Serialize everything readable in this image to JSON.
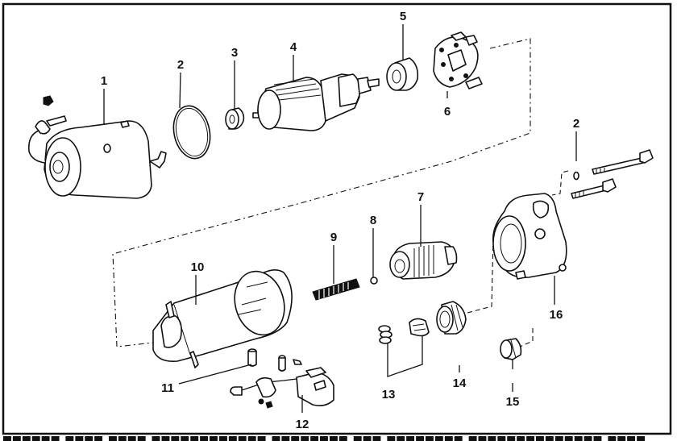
{
  "figure": {
    "title": "Starter motor exploded view",
    "callouts": [
      {
        "id": "callout-1",
        "text": "1"
      },
      {
        "id": "callout-2a",
        "text": "2"
      },
      {
        "id": "callout-3",
        "text": "3"
      },
      {
        "id": "callout-4",
        "text": "4"
      },
      {
        "id": "callout-5",
        "text": "5"
      },
      {
        "id": "callout-6",
        "text": "6"
      },
      {
        "id": "callout-2b",
        "text": "2"
      },
      {
        "id": "callout-7",
        "text": "7"
      },
      {
        "id": "callout-8",
        "text": "8"
      },
      {
        "id": "callout-9",
        "text": "9"
      },
      {
        "id": "callout-10",
        "text": "10"
      },
      {
        "id": "callout-11",
        "text": "11"
      },
      {
        "id": "callout-12",
        "text": "12"
      },
      {
        "id": "callout-13",
        "text": "13"
      },
      {
        "id": "callout-14",
        "text": "14"
      },
      {
        "id": "callout-15",
        "text": "15"
      },
      {
        "id": "callout-16",
        "text": "16"
      }
    ],
    "parts": [
      {
        "number": "1",
        "name": "field-frame-housing"
      },
      {
        "number": "2",
        "name": "o-ring"
      },
      {
        "number": "3",
        "name": "bearing"
      },
      {
        "number": "4",
        "name": "armature"
      },
      {
        "number": "5",
        "name": "bearing"
      },
      {
        "number": "6",
        "name": "brush-holder"
      },
      {
        "number": "7",
        "name": "starter-clutch"
      },
      {
        "number": "8",
        "name": "steel-ball"
      },
      {
        "number": "9",
        "name": "return-spring"
      },
      {
        "number": "10",
        "name": "solenoid-housing"
      },
      {
        "number": "11",
        "name": "plunger-pin"
      },
      {
        "number": "12",
        "name": "lead-wire-harness"
      },
      {
        "number": "13",
        "name": "roller-retainer"
      },
      {
        "number": "14",
        "name": "idler-gear"
      },
      {
        "number": "15",
        "name": "pinion-gear"
      },
      {
        "number": "16",
        "name": "starter-housing"
      }
    ],
    "caption_fragment": "cut-off caption text at bottom edge"
  }
}
